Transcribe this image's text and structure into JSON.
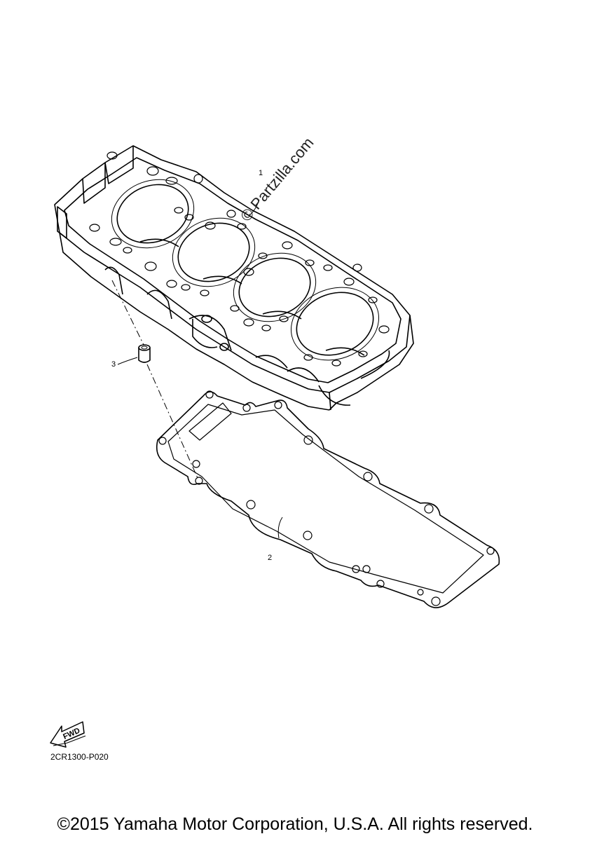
{
  "callouts": [
    {
      "label": "1"
    },
    {
      "label": "2"
    },
    {
      "label": "3"
    }
  ],
  "watermark": "© Partzilla.com",
  "fwd_label": "FWD",
  "diagram_code": "2CR1300-P020",
  "copyright": "©2015 Yamaha Motor Corporation, U.S.A. All rights reserved.",
  "colors": {
    "line": "#000000",
    "background": "#ffffff"
  }
}
